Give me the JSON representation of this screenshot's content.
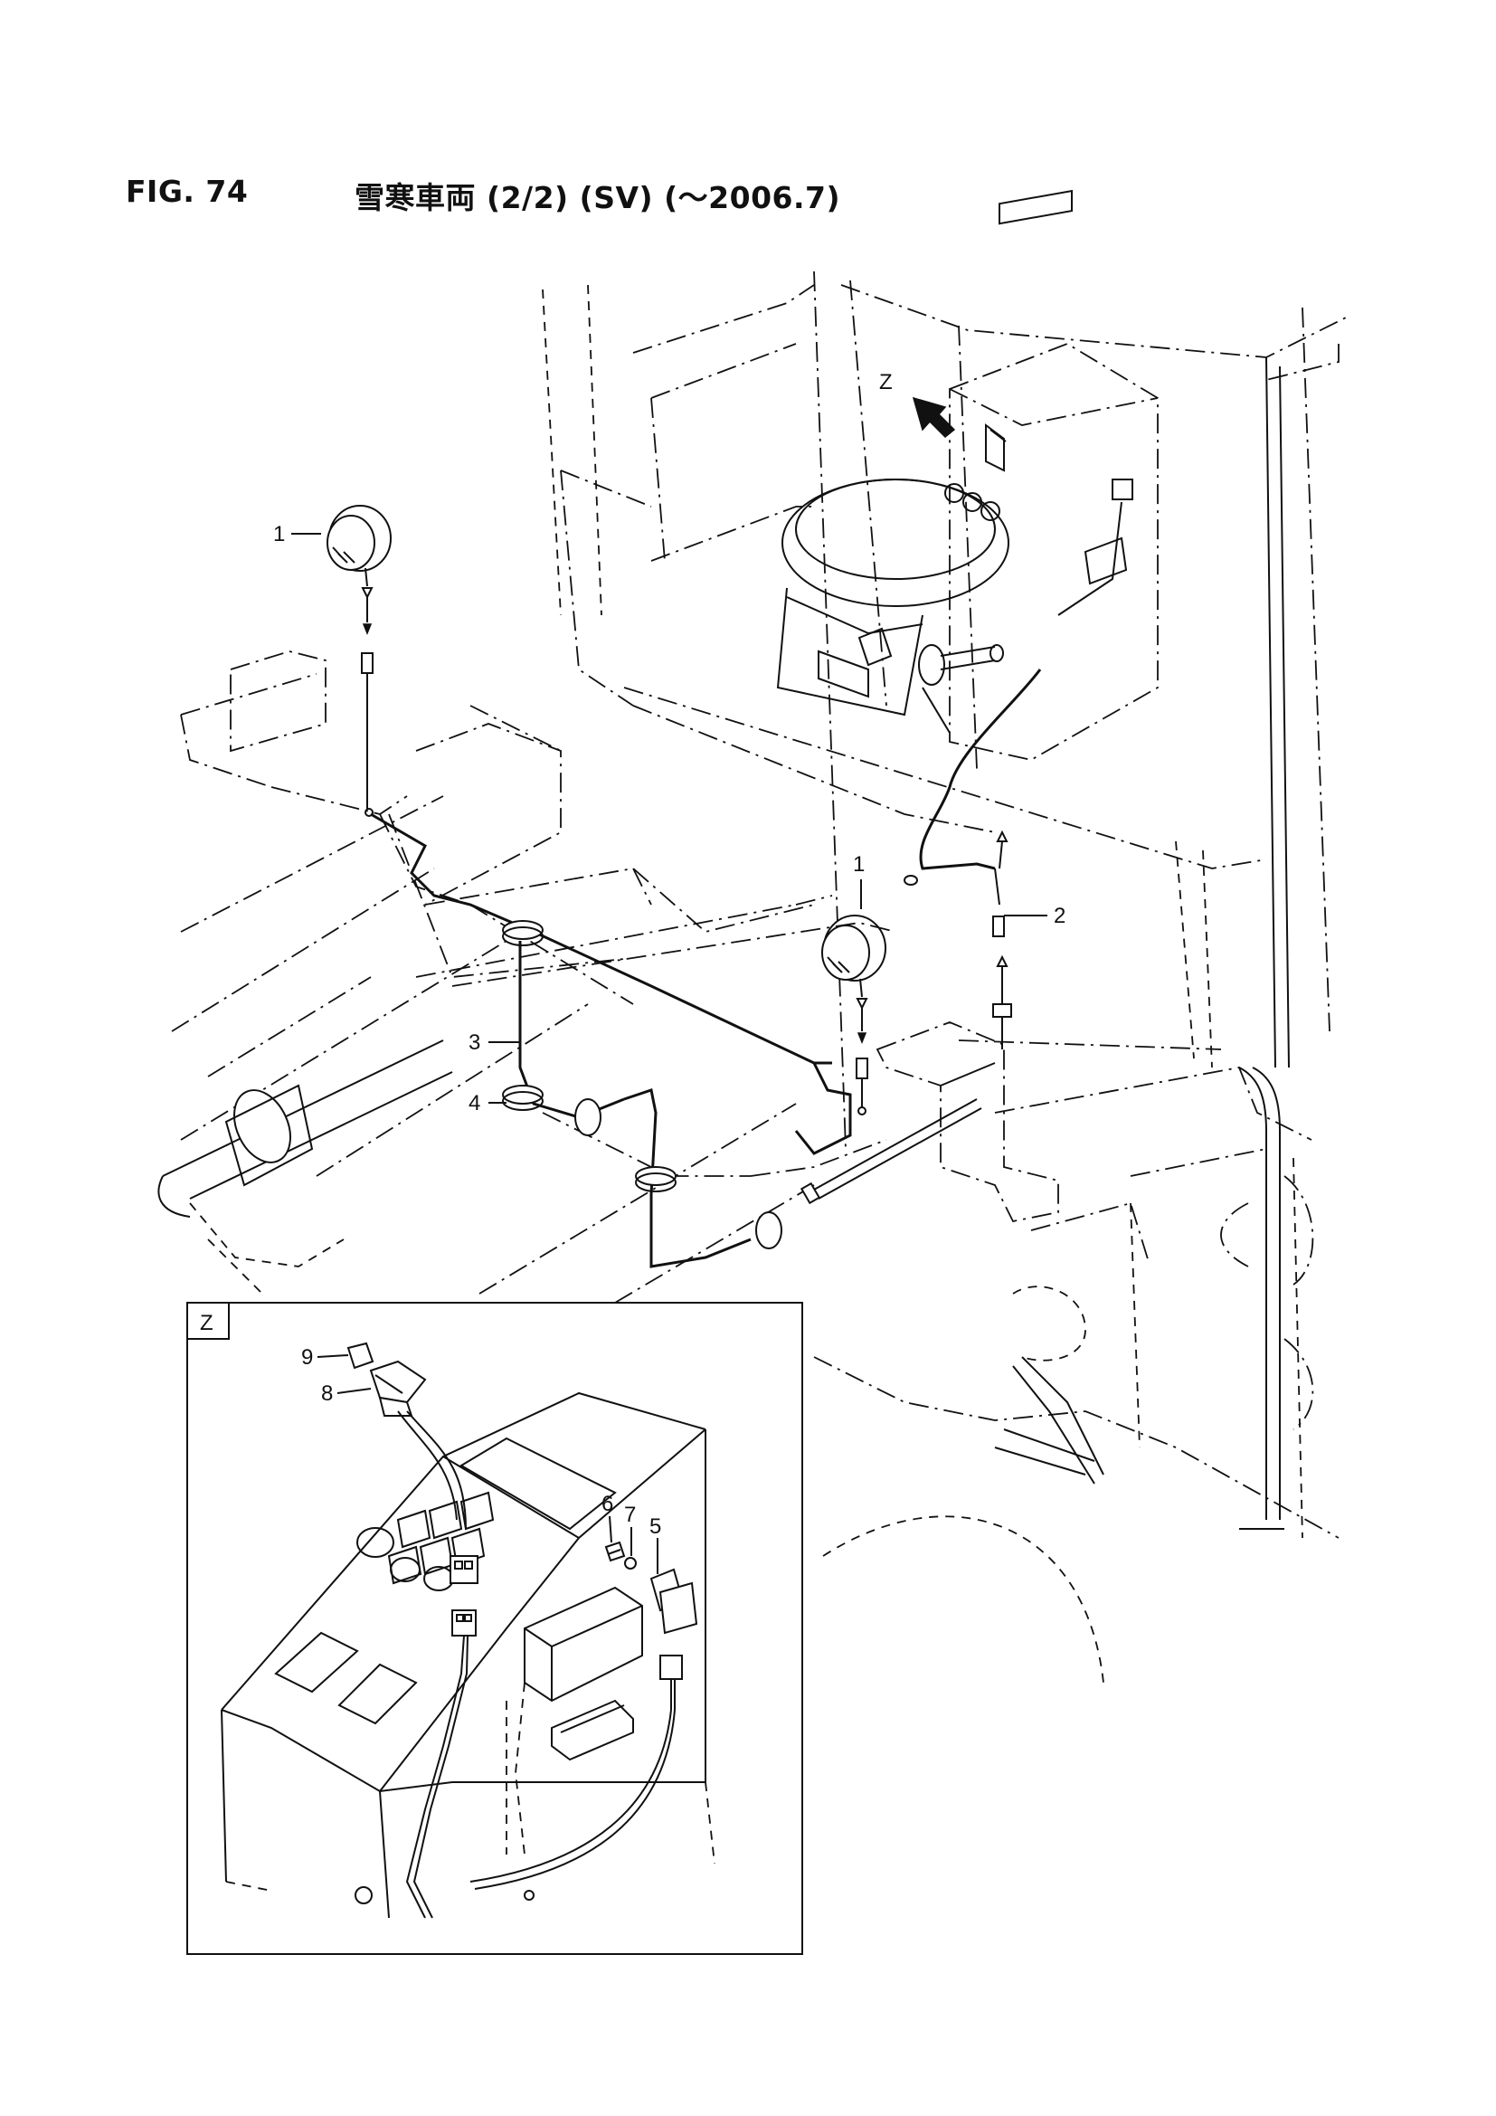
{
  "header": {
    "figure_number": "FIG. 74",
    "figure_title": "雪寒車両 (2/2) (SV) (～2006.7)"
  },
  "view_marker": "Z",
  "inset_label": "Z",
  "callouts": {
    "lamp_left": "1",
    "lamp_right": "1",
    "harness_extension": "2",
    "main_harness": "3",
    "clamp": "4",
    "relay": "5",
    "bolt": "6",
    "washer": "7",
    "switch": "8",
    "switch_label": "9"
  }
}
